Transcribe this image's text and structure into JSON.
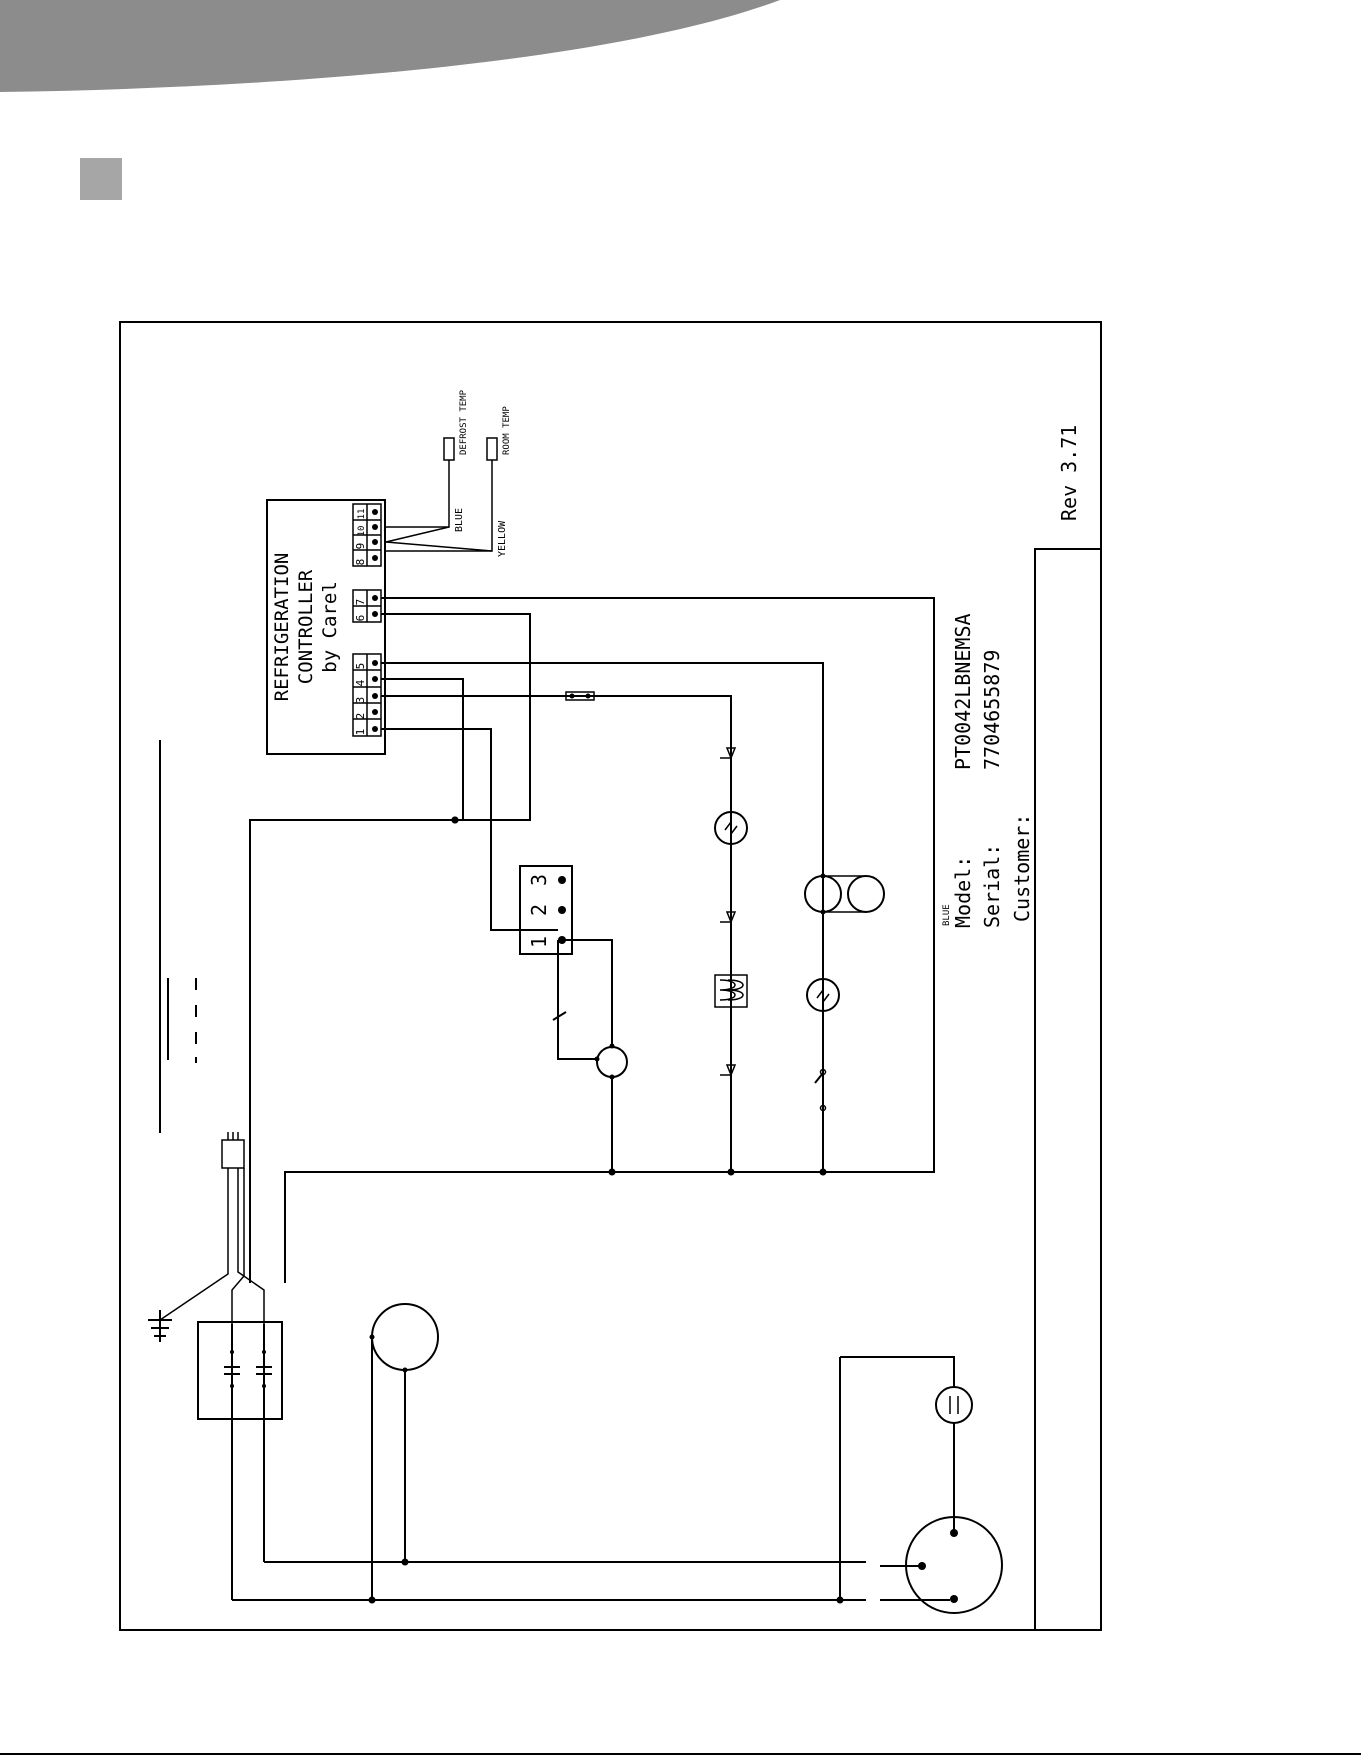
{
  "controller": {
    "line1": "REFRIGERATION",
    "line2": "CONTROLLER",
    "line3": "by Carel",
    "terminals_group_a": [
      "1",
      "2",
      "3",
      "4",
      "5"
    ],
    "terminals_group_b": [
      "6",
      "7"
    ],
    "terminals_group_c": [
      "8",
      "9",
      "10",
      "11"
    ]
  },
  "sensors": {
    "defrost_temp": "DEFROST TEMP",
    "room_temp": "ROOM TEMP",
    "wire_blue": "BLUE",
    "wire_yellow": "YELLOW"
  },
  "relay_block": {
    "terminals": [
      "1",
      "2",
      "3"
    ]
  },
  "loose_label": "BLUE",
  "info": {
    "model_label": "Model:",
    "model_value": "PT0042LBNEMSA",
    "serial_label": "Serial:",
    "serial_value": "7704655879",
    "customer_label": "Customer:"
  },
  "revision": "Rev 3.71",
  "colors": {
    "header_band": "#8c8c8c",
    "section_square": "#a6a6a6"
  }
}
